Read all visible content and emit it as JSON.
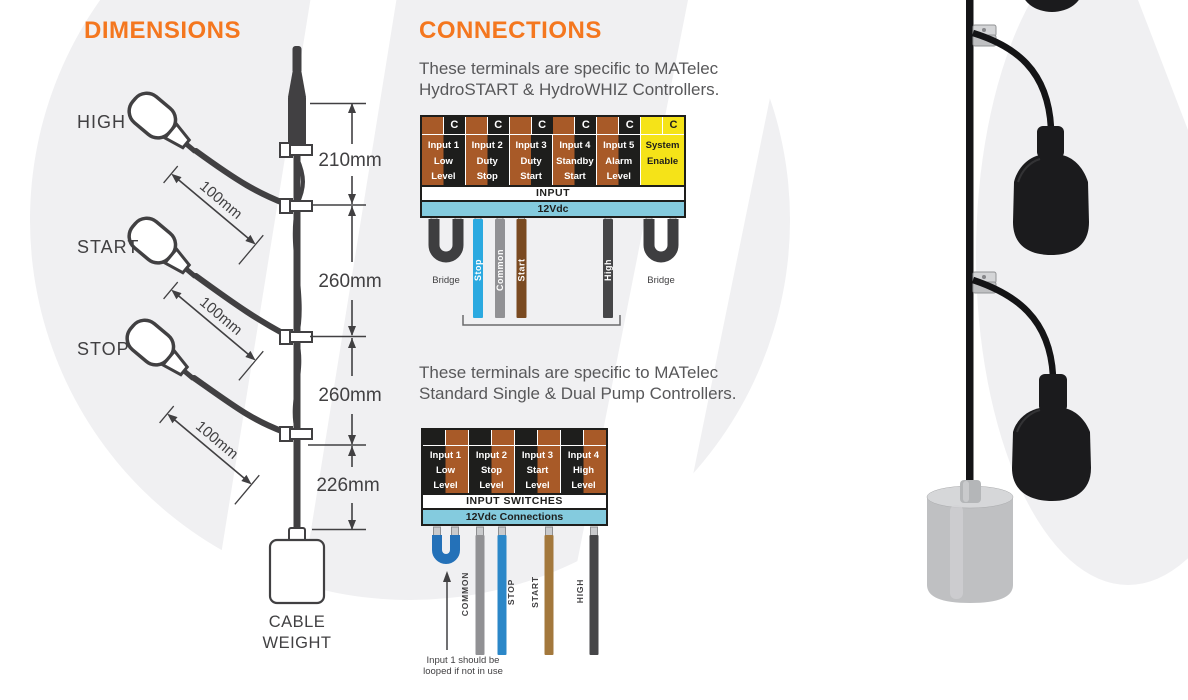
{
  "colors": {
    "accent_orange": "#F4771F",
    "text_dark": "#414042",
    "text_gray": "#58585A",
    "terminal_brown": "#A85A28",
    "terminal_black": "#1E1E1C",
    "terminal_yellow": "#F5E318",
    "vdc_cyan": "#84CBDE",
    "wire_blue": "#2BA9E0",
    "wire_gray": "#919194",
    "wire_brown": "#7A4A21",
    "wire_dark": "#464648",
    "bridge_dark": "#3E3E40",
    "bridge_blue": "#2471B8",
    "wire_tan": "#A3783C"
  },
  "dimensions": {
    "title": "DIMENSIONS",
    "floats": [
      {
        "label": "HIGH",
        "lead": "100mm"
      },
      {
        "label": "START",
        "lead": "100mm"
      },
      {
        "label": "STOP",
        "lead": "100mm"
      }
    ],
    "spacings": [
      "210mm",
      "260mm",
      "260mm",
      "226mm"
    ],
    "weight_label": [
      "CABLE",
      "WEIGHT"
    ]
  },
  "connections": {
    "title": "CONNECTIONS",
    "hydro": {
      "intro": [
        "These terminals are specific to MATelec",
        "HydroSTART & HydroWHIZ Controllers."
      ],
      "c": "C",
      "columns": [
        {
          "l1": "Input 1",
          "l2": "Low",
          "l3": "Level"
        },
        {
          "l1": "Input 2",
          "l2": "Duty",
          "l3": "Stop"
        },
        {
          "l1": "Input 3",
          "l2": "Duty",
          "l3": "Start"
        },
        {
          "l1": "Input 4",
          "l2": "Standby",
          "l3": "Start"
        },
        {
          "l1": "Input 5",
          "l2": "Alarm",
          "l3": "Level"
        },
        {
          "l1": "System",
          "l2": "Enable",
          "l3": ""
        }
      ],
      "input_row": "INPUT",
      "vdc_row": "12Vdc",
      "wire_labels": {
        "bridge_left": "Bridge",
        "stop": "Stop",
        "common": "Common",
        "start": "Start",
        "high": "High",
        "bridge_right": "Bridge"
      }
    },
    "standard": {
      "intro": [
        "These terminals are specific to MATelec",
        "Standard Single & Dual Pump Controllers."
      ],
      "columns": [
        {
          "l1": "Input 1",
          "l2": "Low",
          "l3": "Level"
        },
        {
          "l1": "Input 2",
          "l2": "Stop",
          "l3": "Level"
        },
        {
          "l1": "Input 3",
          "l2": "Start",
          "l3": "Level"
        },
        {
          "l1": "Input 4",
          "l2": "High",
          "l3": "Level"
        }
      ],
      "input_row": "INPUT SWITCHES",
      "vdc_row": "12Vdc Connections",
      "wire_labels": {
        "common": "COMMON",
        "stop": "STOP",
        "start": "START",
        "high": "HIGH"
      },
      "note": [
        "Input 1 should be",
        "looped if not in use"
      ]
    }
  }
}
